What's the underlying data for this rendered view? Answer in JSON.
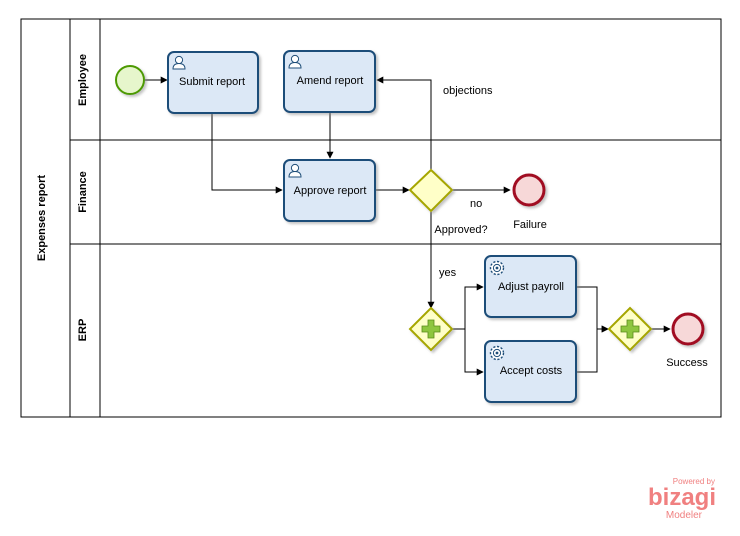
{
  "pool": {
    "name": "Expenses report"
  },
  "lanes": [
    {
      "id": "employee",
      "name": "Employee"
    },
    {
      "id": "finance",
      "name": "Finance"
    },
    {
      "id": "erp",
      "name": "ERP"
    }
  ],
  "tasks": {
    "submit": {
      "label": "Submit report",
      "kind": "user"
    },
    "amend": {
      "label": "Amend report",
      "kind": "user"
    },
    "approve": {
      "label": "Approve report",
      "kind": "user"
    },
    "payroll": {
      "label": "Adjust payroll",
      "kind": "service"
    },
    "costs": {
      "label": "Accept costs",
      "kind": "service"
    }
  },
  "gateways": {
    "approved": {
      "label": "Approved?",
      "type": "exclusive"
    },
    "split": {
      "type": "parallel"
    },
    "join": {
      "type": "parallel"
    }
  },
  "events": {
    "start": {
      "type": "start"
    },
    "failure": {
      "label": "Failure",
      "type": "end"
    },
    "success": {
      "label": "Success",
      "type": "end"
    }
  },
  "flow_labels": {
    "objections": "objections",
    "no": "no",
    "yes": "yes"
  },
  "watermark": {
    "powered": "Powered by",
    "brand": "bizagi",
    "product": "Modeler"
  },
  "colors": {
    "task_fill": "#dce8f6",
    "task_stroke": "#1f4e79",
    "gateway_fill": "#ffffc8",
    "gateway_stroke": "#a6a600",
    "start_fill": "#e6f6cc",
    "start_stroke": "#4e9a06",
    "end_fill": "#f7d8d8",
    "end_stroke": "#a10d24",
    "brand": "#f08080"
  }
}
